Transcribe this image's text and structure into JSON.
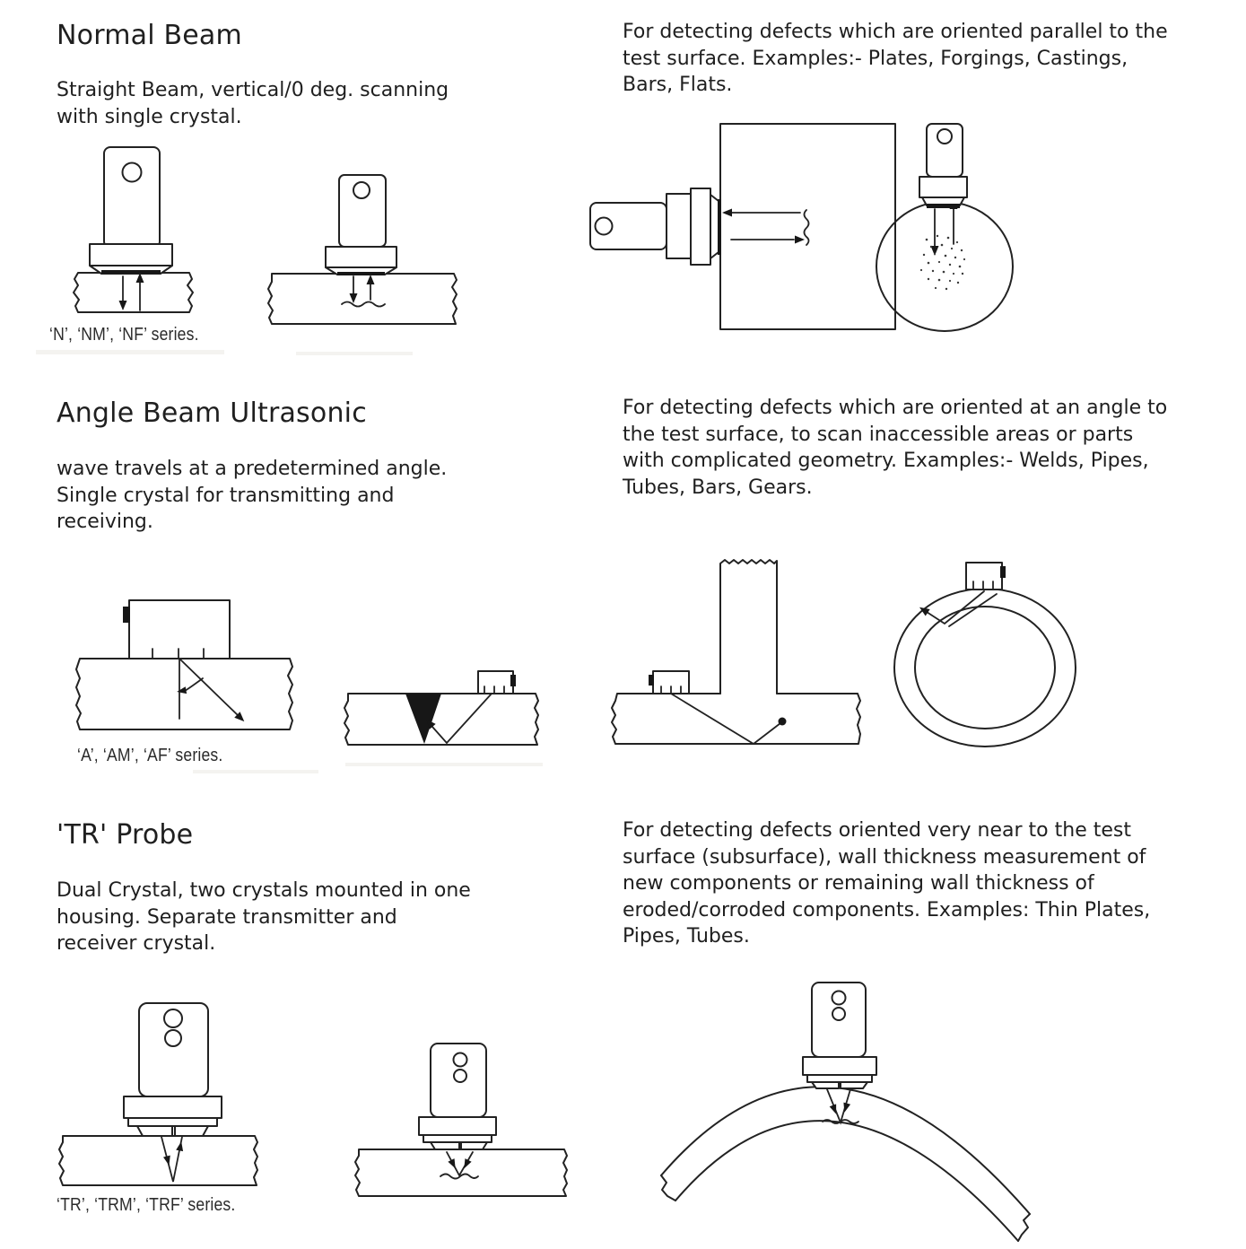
{
  "page": {
    "background": "#ffffff",
    "ink": "#1f1f1f"
  },
  "sections": [
    {
      "title": "Normal Beam",
      "description": "Straight Beam, vertical/0 deg. scanning\nwith single crystal.",
      "application": "For detecting defects which are oriented parallel to the\ntest surface. Examples:- Plates, Forgings, Castings,\nBars, Flats.",
      "series_caption": "‘N’, ‘NM’, ‘NF’ series.",
      "figures": [
        "straight-beam-probe-on-plate",
        "straight-beam-probe-defect-echo",
        "side-scan-probe-on-block",
        "probe-on-round-bar"
      ]
    },
    {
      "title": "Angle Beam Ultrasonic",
      "description": "wave travels at a predetermined angle.\nSingle crystal for transmitting and\nreceiving.",
      "application": "For detecting defects which are oriented at an angle to\nthe test surface, to scan inaccessible areas or parts\nwith complicated geometry. Examples:- Welds, Pipes,\nTubes, Bars, Gears.",
      "series_caption": "‘A’, ‘AM’, ‘AF’ series.",
      "figures": [
        "angle-beam-probe-on-plate",
        "angle-beam-weld-scan",
        "angle-beam-tee-joint-scan",
        "angle-beam-pipe-ring-scan"
      ]
    },
    {
      "title": "'TR' Probe",
      "description": "Dual Crystal, two crystals mounted in one\nhousing. Separate transmitter and\nreceiver crystal.",
      "application": "For detecting defects oriented very near to the test\nsurface (subsurface), wall thickness measurement of\nnew components or remaining wall thickness of\neroded/corroded components. Examples: Thin Plates,\nPipes, Tubes.",
      "series_caption": "‘TR’, ‘TRM’, ‘TRF’ series.",
      "figures": [
        "tr-probe-on-plate",
        "tr-probe-subsurface-defect",
        "tr-probe-on-curved-pipe"
      ]
    }
  ]
}
